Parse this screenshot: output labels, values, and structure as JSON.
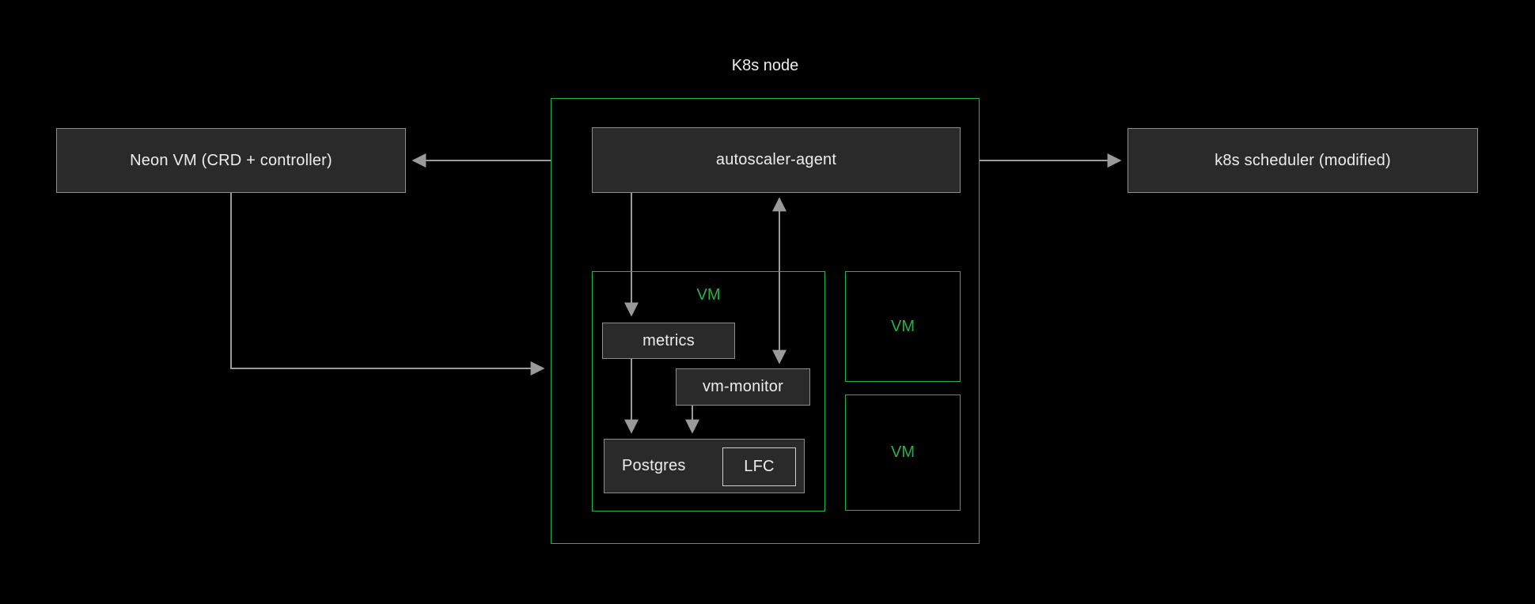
{
  "title": "K8s node",
  "nodes": {
    "neon_vm": {
      "label": "Neon VM (CRD + controller)"
    },
    "autoscaler_agent": {
      "label": "autoscaler-agent"
    },
    "k8s_scheduler": {
      "label": "k8s scheduler (modified)"
    },
    "vm_main": {
      "label": "VM"
    },
    "metrics": {
      "label": "metrics"
    },
    "vm_monitor": {
      "label": "vm-monitor"
    },
    "postgres": {
      "label": "Postgres"
    },
    "lfc": {
      "label": "LFC"
    },
    "vm_upper": {
      "label": "VM"
    },
    "vm_lower": {
      "label": "VM"
    }
  },
  "edges": [
    {
      "from": "autoscaler-agent",
      "to": "Neon VM (CRD + controller)",
      "direction": "one-way"
    },
    {
      "from": "autoscaler-agent",
      "to": "k8s scheduler (modified)",
      "direction": "one-way"
    },
    {
      "from": "Neon VM (CRD + controller)",
      "to": "K8s node",
      "direction": "one-way"
    },
    {
      "from": "autoscaler-agent",
      "to": "metrics",
      "direction": "one-way"
    },
    {
      "from": "autoscaler-agent",
      "to": "vm-monitor",
      "direction": "two-way"
    },
    {
      "from": "metrics",
      "to": "Postgres",
      "direction": "one-way"
    },
    {
      "from": "vm-monitor",
      "to": "Postgres",
      "direction": "one-way"
    }
  ],
  "colors": {
    "background": "#000000",
    "box_fill": "#2a2a2a",
    "box_border": "#8d8d8d",
    "lfc_border": "#cfcfcf",
    "text": "#ededed",
    "green": "#24b24c",
    "arrow": "#9a9a9a"
  }
}
